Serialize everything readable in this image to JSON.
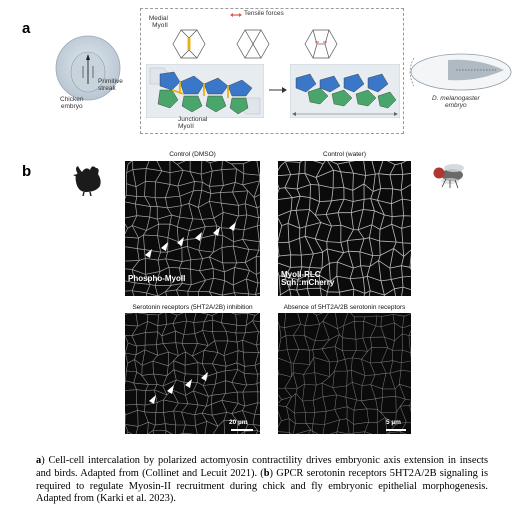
{
  "panel_a": {
    "letter": "a",
    "legend_tensile": "Tensile forces",
    "label_medial": "Medial\nMyoII",
    "label_junctional": "Junctional\nMyoII",
    "label_chicken": "Chicken\nembryo",
    "label_streak": "Primitive\nstreak",
    "label_dmel": "D. melanogaster\nembryo"
  },
  "panel_b": {
    "letter": "b",
    "top_left_title": "Control (DMSO)",
    "top_right_title": "Control (water)",
    "bottom_left_title": "Serotonin receptors (5HT2A/2B) inhibition",
    "bottom_right_title": "Absence of 5HT2A/2B serotonin receptors",
    "label_phospho": "Phospho-MyoII",
    "label_myoii_rlc_1": "MyoII-RLC",
    "label_myoii_rlc_2": "Sqh::mCherry",
    "scale_left": "20 µm",
    "scale_right": "5 µm"
  },
  "caption": {
    "part_a_letter": "a",
    "part_a_text": ") Cell-cell intercalation by polarized actomyosin contractility drives embryonic axis extension in insects and birds. Adapted from (Collinet and Lecuit 2021). (",
    "part_b_letter": "b",
    "part_b_text": ") GPCR serotonin receptors 5HT2A/2B signaling is required to regulate Myosin-II recruitment during chick and fly embryonic epithelial morphogenesis. Adapted from (Karki et al. 2023)."
  },
  "colors": {
    "blue_cell": "#3b77c8",
    "green_cell": "#4aa56a",
    "myosin_yellow": "#e8b21a",
    "force_red": "#e0554a"
  }
}
